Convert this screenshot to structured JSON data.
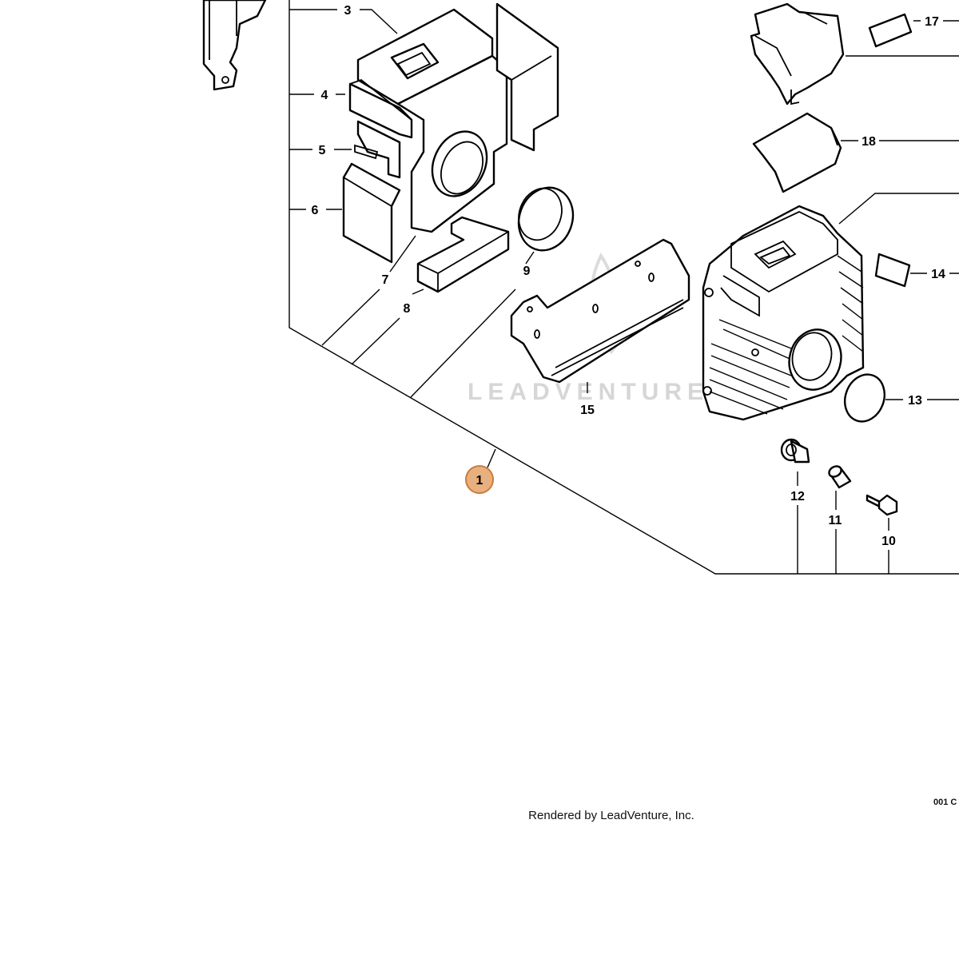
{
  "diagram": {
    "callouts": {
      "c1": "1",
      "c3": "3",
      "c4": "4",
      "c5": "5",
      "c6": "6",
      "c7": "7",
      "c8": "8",
      "c9": "9",
      "c10": "10",
      "c11": "11",
      "c12": "12",
      "c13": "13",
      "c14": "14",
      "c15": "15",
      "c17": "17",
      "c18": "18"
    },
    "highlight_color": "#e8b07f",
    "highlight_stroke": "#c97d3c",
    "watermark": "LEADVENTURE"
  },
  "footer": {
    "credit": "Rendered by LeadVenture, Inc.",
    "code": "001 C"
  }
}
